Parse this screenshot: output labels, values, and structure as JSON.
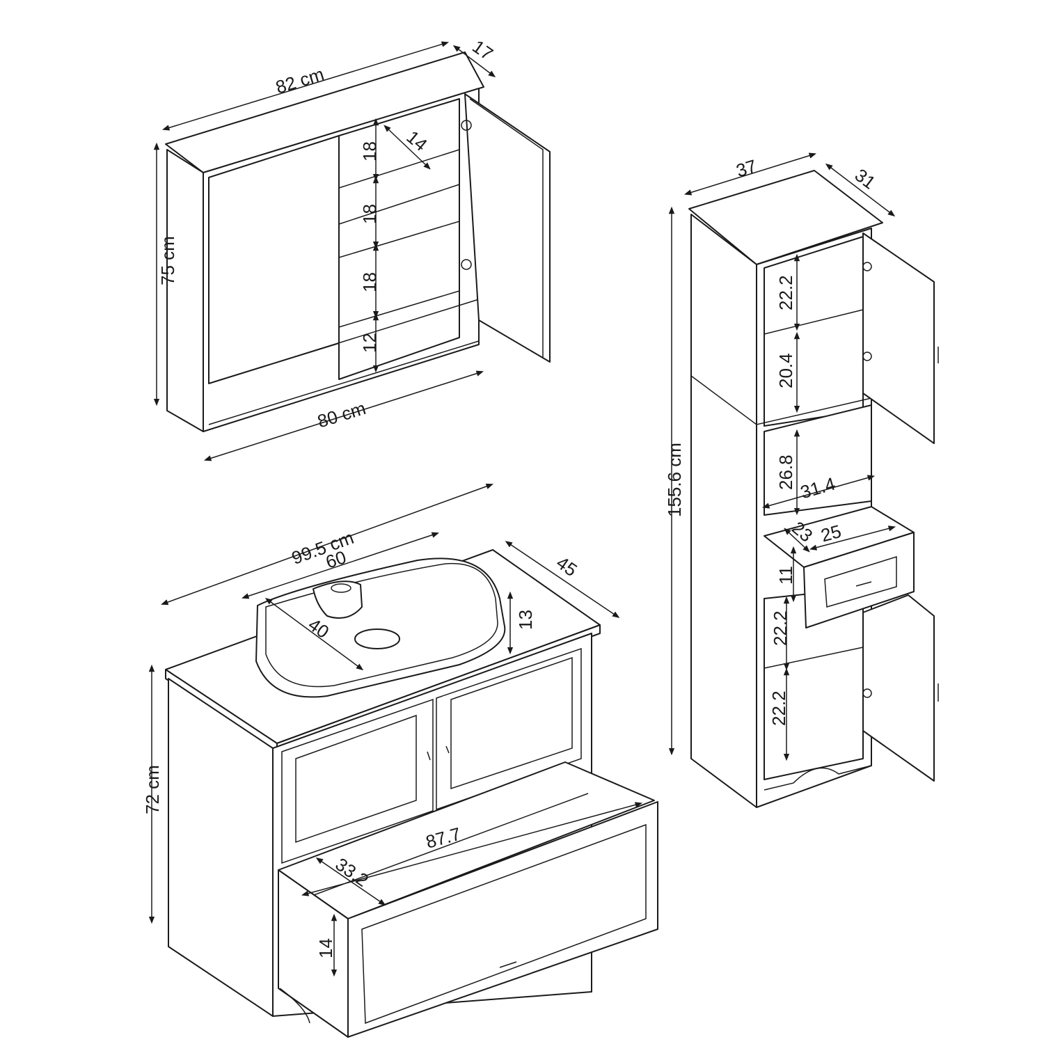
{
  "mirror_cabinet": {
    "width": "82 cm",
    "depth": "17",
    "height": "75 cm",
    "inner_width": "80 cm",
    "shelf_depth": "14",
    "shelf_1": "18",
    "shelf_2": "18",
    "shelf_3": "18",
    "shelf_4": "12"
  },
  "vanity": {
    "width": "99.5 cm",
    "depth": "45",
    "height": "72 cm",
    "basin_length": "60",
    "basin_width": "40",
    "basin_height": "13",
    "drawer_width": "87.7",
    "drawer_depth": "33.2",
    "drawer_height": "14"
  },
  "tall_cabinet": {
    "width": "37",
    "depth": "31",
    "height": "155.6 cm",
    "upper_1": "22.2",
    "upper_2": "20.4",
    "open_height": "26.8",
    "open_width": "31.4",
    "drawer_depth": "23",
    "drawer_width": "25",
    "drawer_height": "11",
    "lower_1": "22.2",
    "lower_2": "22.2"
  }
}
